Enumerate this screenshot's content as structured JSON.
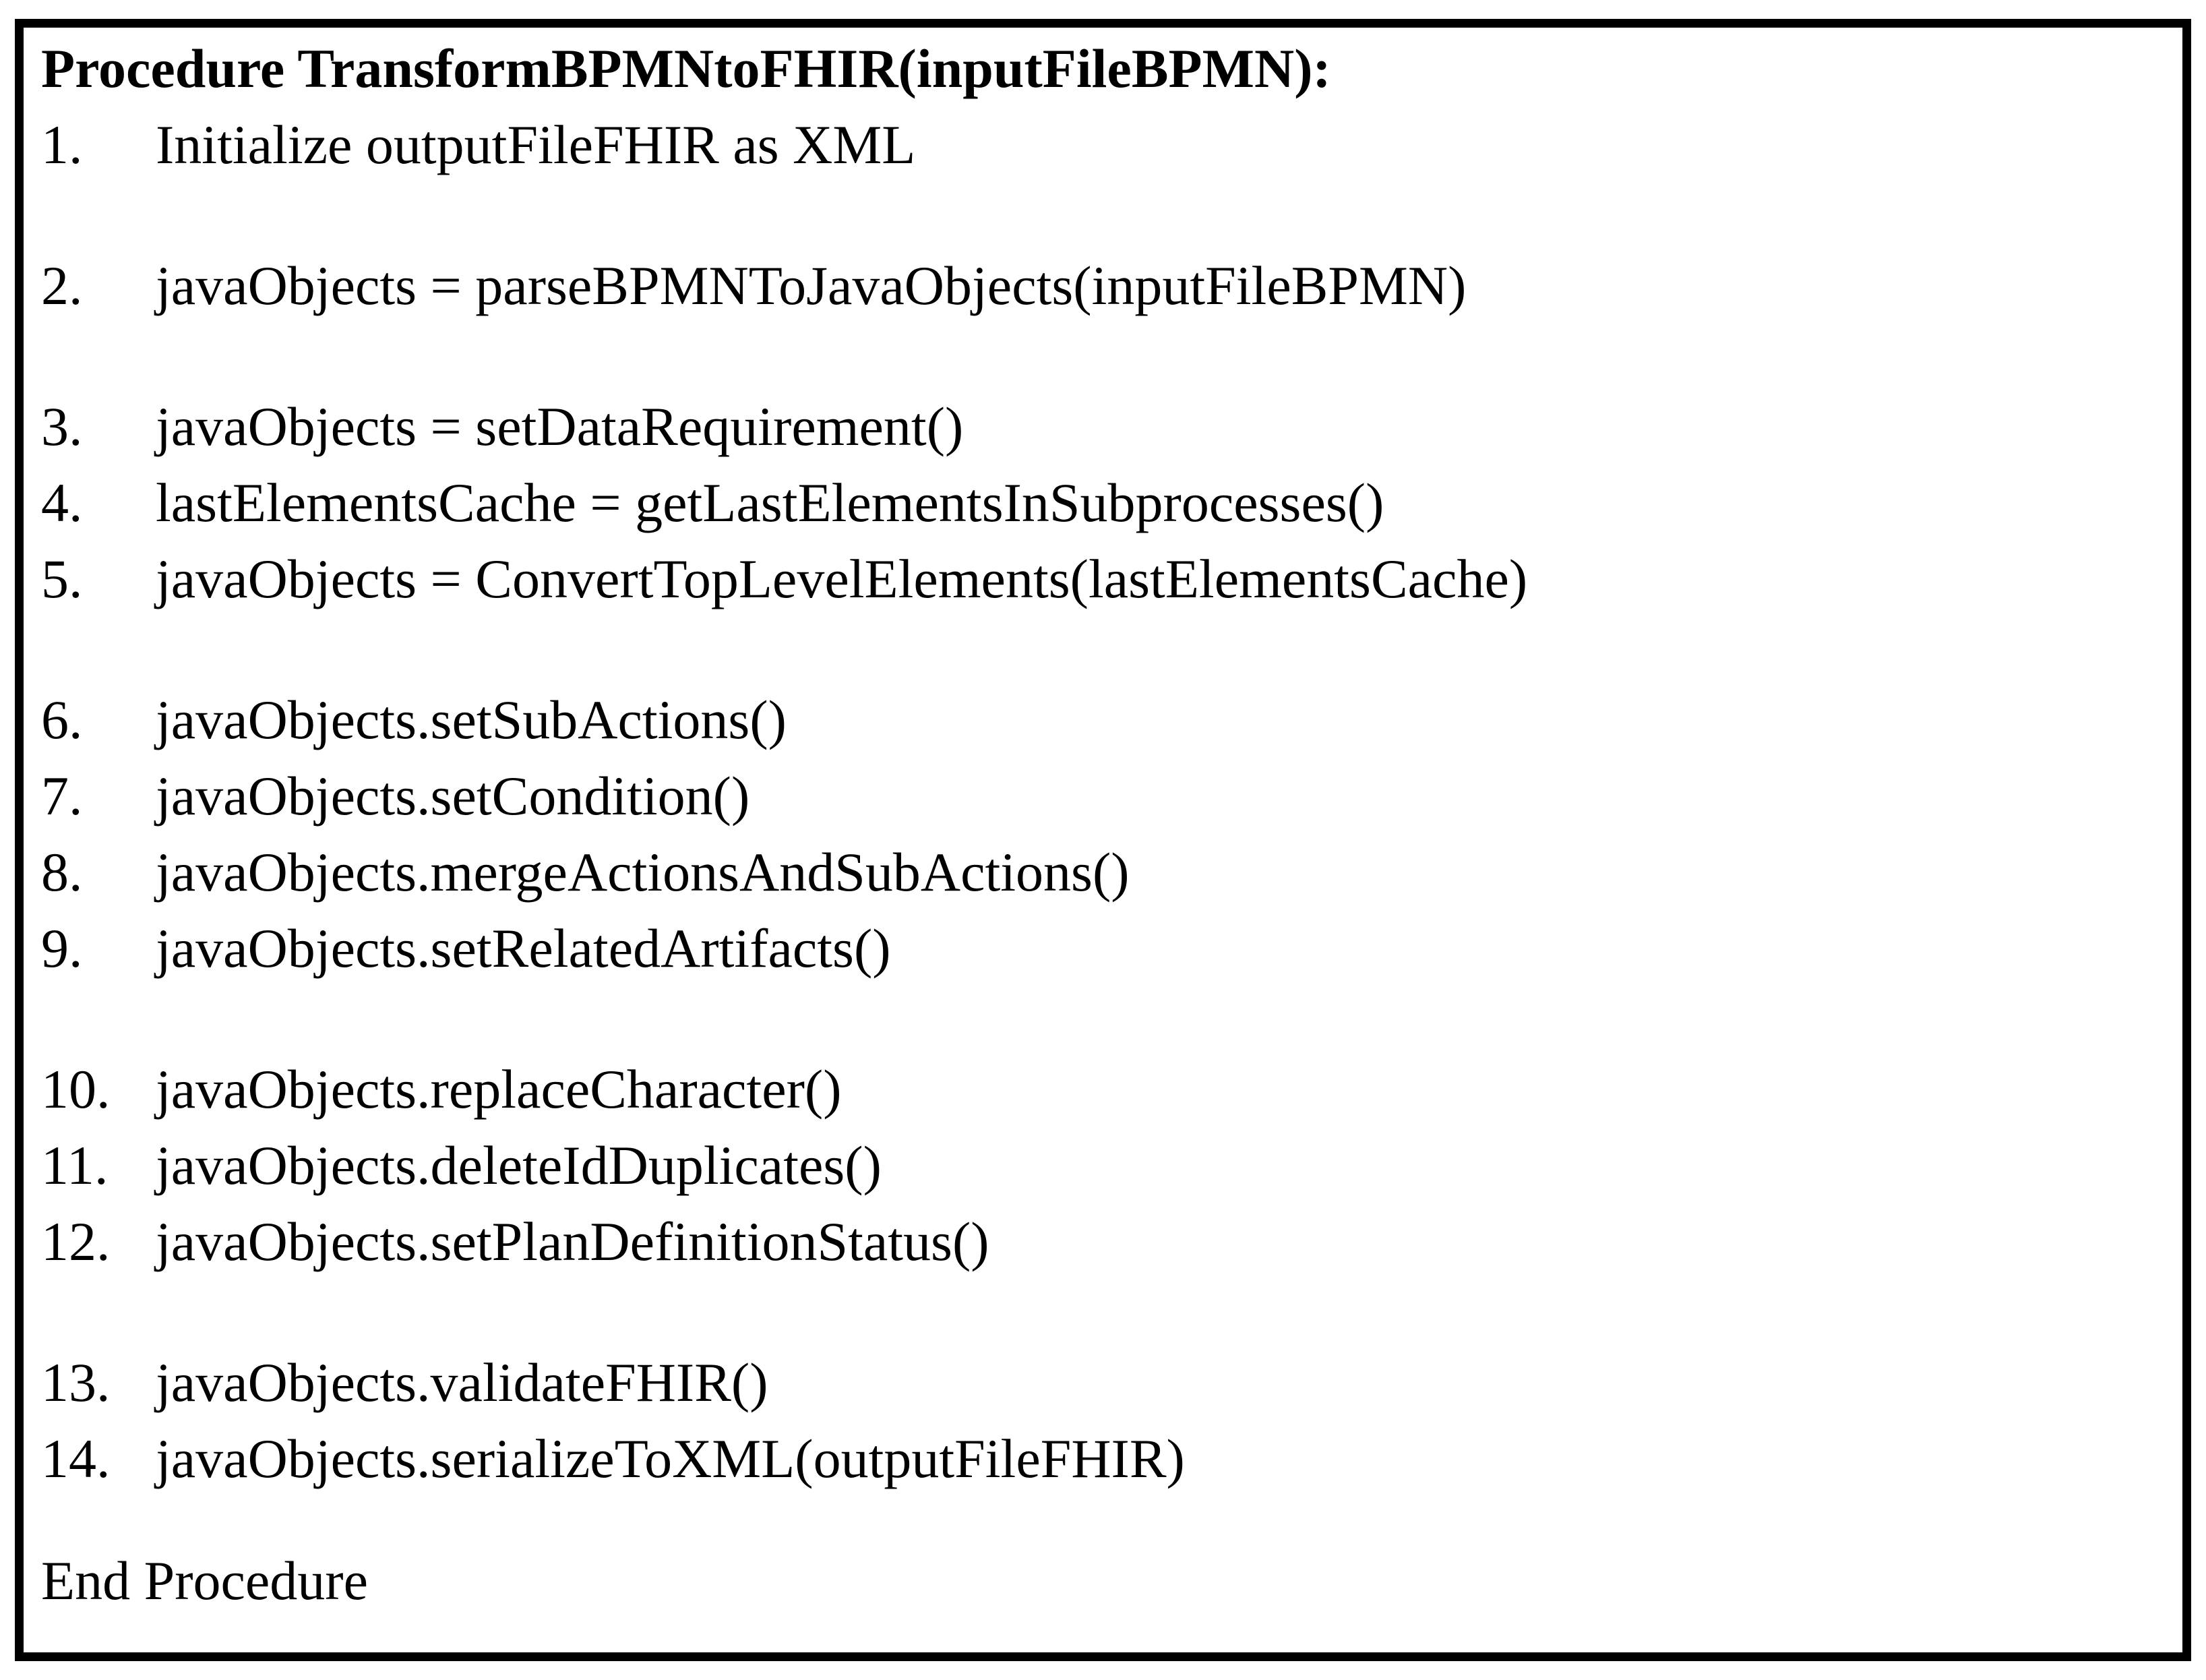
{
  "procedure": {
    "title": "Procedure TransformBPMNtoFHIR(inputFileBPMN):",
    "steps": [
      {
        "num": "1.",
        "text": "Initialize outputFileFHIR as XML"
      },
      {
        "num": "2.",
        "text": "javaObjects = parseBPMNToJavaObjects(inputFileBPMN)"
      },
      {
        "num": "3.",
        "text": "javaObjects = setDataRequirement()"
      },
      {
        "num": "4.",
        "text": "lastElementsCache = getLastElementsInSubprocesses()"
      },
      {
        "num": "5.",
        "text": "javaObjects = ConvertTopLevelElements(lastElementsCache)"
      },
      {
        "num": "6.",
        "text": "javaObjects.setSubActions()"
      },
      {
        "num": "7.",
        "text": "javaObjects.setCondition()"
      },
      {
        "num": "8.",
        "text": "javaObjects.mergeActionsAndSubActions()"
      },
      {
        "num": "9.",
        "text": "javaObjects.setRelatedArtifacts()"
      },
      {
        "num": "10.",
        "text": "javaObjects.replaceCharacter()"
      },
      {
        "num": "11.",
        "text": "javaObjects.deleteIdDuplicates()"
      },
      {
        "num": "12.",
        "text": "javaObjects.setPlanDefinitionStatus()"
      },
      {
        "num": "13.",
        "text": "javaObjects.validateFHIR()"
      },
      {
        "num": "14.",
        "text": "javaObjects.serializeToXML(outputFileFHIR)"
      }
    ],
    "end_label": "End Procedure",
    "colors": {
      "text": "#000000",
      "background": "#ffffff",
      "border": "#000000"
    }
  }
}
